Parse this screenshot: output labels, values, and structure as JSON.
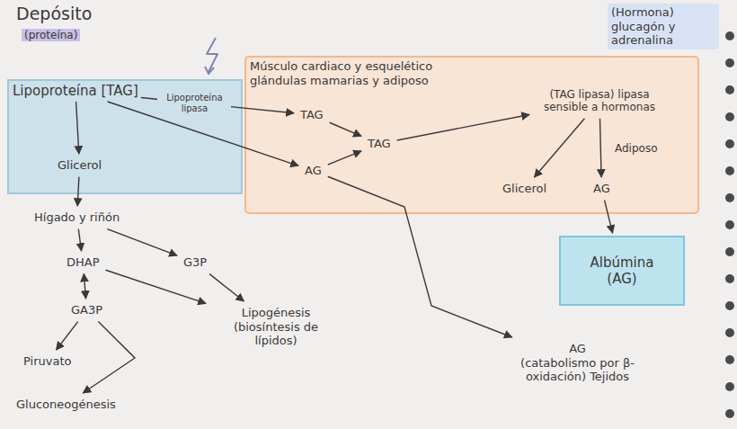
{
  "diagram": {
    "nodes": [
      {
        "text": [
          "Lipoproteína [TAG]"
        ]
      },
      {
        "text": [
          "Glicerol"
        ],
        "in": 0
      },
      {
        "text": [
          "Músculo cardiaco y esquelético glándulas mamarias y adiposo"
        ]
      },
      {
        "text": [
          "TAG"
        ],
        "in": 2
      },
      {
        "text": [
          "AG"
        ],
        "in": 2
      },
      {
        "text": [
          "TAG"
        ],
        "in": 2
      },
      {
        "text": [
          "(TAG lipasa) lipasa sensible a hormonas"
        ],
        "in": 2
      },
      {
        "text": [
          "Glicerol"
        ],
        "in": 2
      },
      {
        "text": [
          "AG"
        ],
        "in": 2
      },
      {
        "text": [
          "(Hormona) glucagón y adrenalina"
        ]
      },
      {
        "text": [
          "Hígado y riñón"
        ]
      },
      {
        "text": [
          "DHAP"
        ]
      },
      {
        "text": [
          "G3P"
        ]
      },
      {
        "text": [
          "GA3P"
        ]
      },
      {
        "text": [
          "Lipogénesis (biosíntesis de lípidos)"
        ]
      },
      {
        "text": [
          "Piruvato"
        ]
      },
      {
        "text": [
          "Gluconeogénesis"
        ]
      },
      {
        "text": [
          "Albúmina (AG)"
        ]
      },
      {
        "text": [
          "AG",
          "(catabolismo por β-oxidación) Tejidos"
        ]
      }
    ],
    "edges": [
      {
        "from": 0,
        "to": 3,
        "label": "Lipoproteína lipasa",
        "arrow": "to"
      },
      {
        "from": 0,
        "to": 4,
        "arrow": "to"
      },
      {
        "from": 0,
        "to": 1,
        "arrow": "to"
      },
      {
        "from": 1,
        "to": 10,
        "arrow": "to"
      },
      {
        "from": 10,
        "to": 11,
        "arrow": "to"
      },
      {
        "from": 10,
        "to": 12,
        "arrow": "to"
      },
      {
        "from": 11,
        "to": 13,
        "arrow": "both"
      },
      {
        "from": 11,
        "to": 14,
        "arrow": "to"
      },
      {
        "from": 12,
        "to": 14,
        "arrow": "to"
      },
      {
        "from": 13,
        "to": 15,
        "arrow": "to"
      },
      {
        "from": 13,
        "to": 16,
        "arrow": "to"
      },
      {
        "from": 3,
        "to": 5,
        "arrow": "to"
      },
      {
        "from": 4,
        "to": 5,
        "arrow": "to"
      },
      {
        "from": 5,
        "to": 6,
        "arrow": "to"
      },
      {
        "from": 6,
        "to": 7,
        "arrow": "to"
      },
      {
        "from": 6,
        "to": 8,
        "arrow": "to"
      },
      {
        "from": 8,
        "to": 17,
        "arrow": "to"
      },
      {
        "from": 4,
        "to": 18,
        "arrow": "to"
      }
    ],
    "labels": [
      "Depósito",
      "(proteína)",
      "Adiposo"
    ]
  }
}
